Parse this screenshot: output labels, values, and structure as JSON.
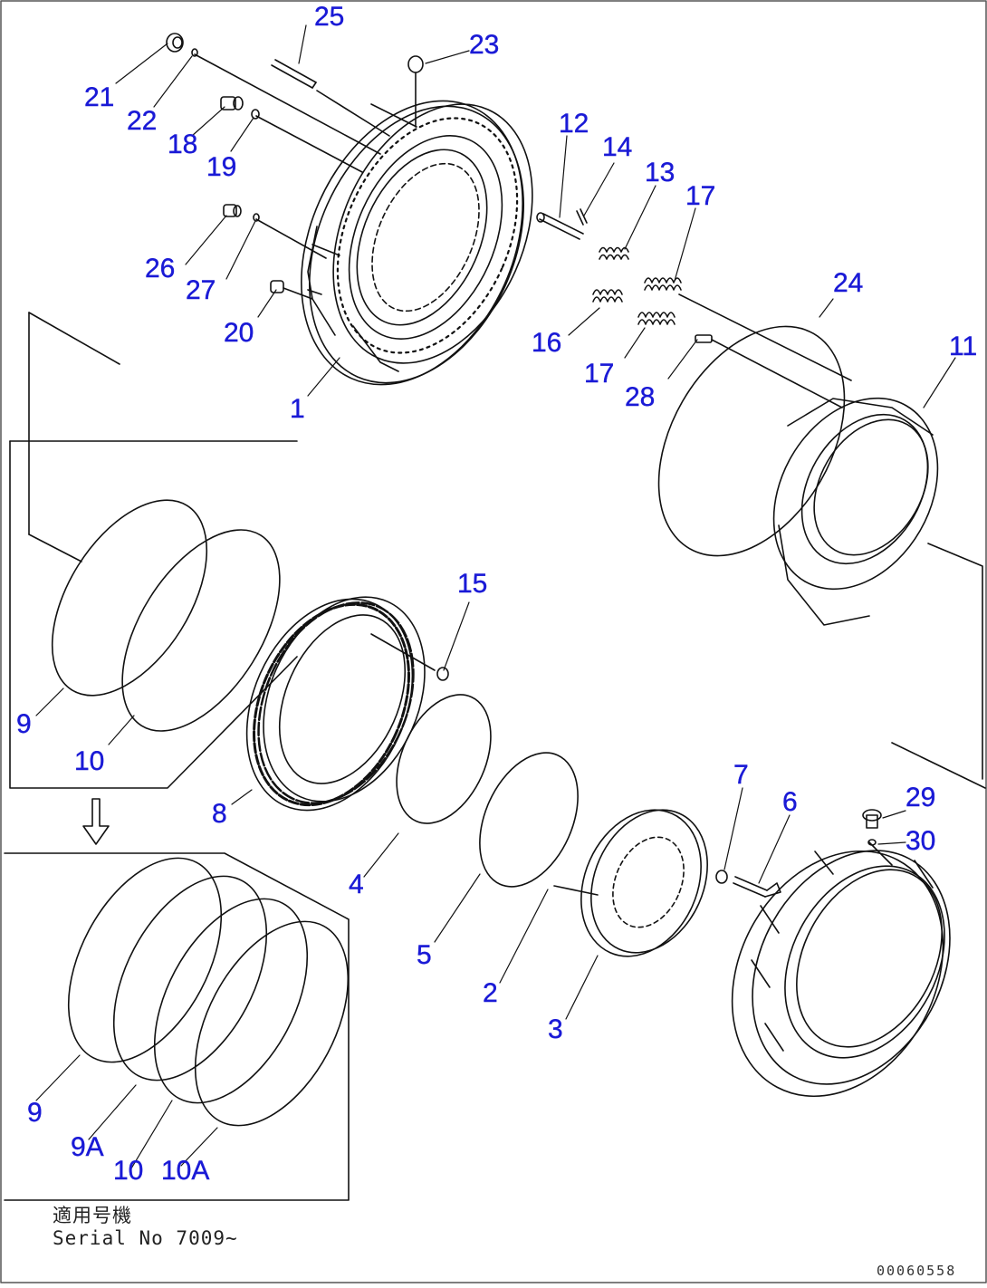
{
  "labels": {
    "p25": "25",
    "p23": "23",
    "p21": "21",
    "p22": "22",
    "p18": "18",
    "p19": "19",
    "p12": "12",
    "p14": "14",
    "p13": "13",
    "p17a": "17",
    "p26": "26",
    "p27": "27",
    "p20": "20",
    "p24": "24",
    "p16": "16",
    "p17b": "17",
    "p28": "28",
    "p11": "11",
    "p1": "1",
    "p15": "15",
    "p9": "9",
    "p10": "10",
    "p8": "8",
    "p7": "7",
    "p6": "6",
    "p29": "29",
    "p30": "30",
    "p4": "4",
    "p5": "5",
    "p2": "2",
    "p3": "3",
    "p9b": "9",
    "p9A": "9A",
    "p10b": "10",
    "p10A": "10A"
  },
  "applicability": {
    "title": "適用号機",
    "serial": "Serial No 7009~"
  },
  "drawing_code": "00060558",
  "label_color": "#1a1ad6"
}
